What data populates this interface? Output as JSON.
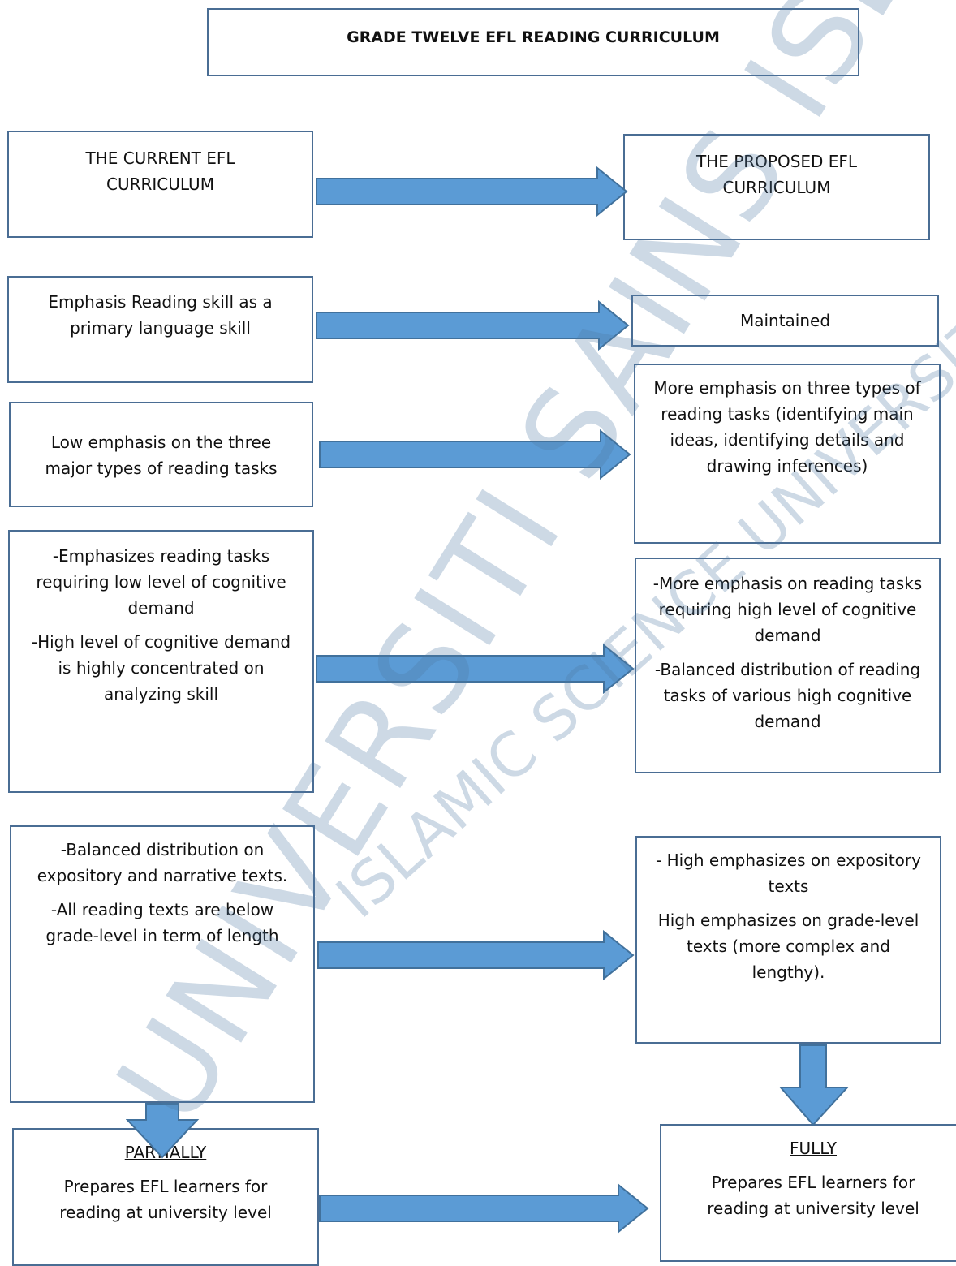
{
  "title": "GRADE TWELVE EFL READING CURRICULUM",
  "left": {
    "heading": "THE CURRENT EFL CURRICULUM",
    "reading_skill": "Emphasis Reading skill as a primary language skill",
    "task_types": "Low emphasis on the three major types of reading tasks",
    "cognitive_1": "-Emphasizes reading tasks requiring low level of cognitive demand",
    "cognitive_2": "-High level of cognitive demand is highly concentrated on analyzing skill",
    "texts_1": "-Balanced distribution on expository and narrative texts.",
    "texts_2": "-All reading texts are below grade-level in term of length",
    "outcome_label": "PARTIALLY",
    "outcome_text": "Prepares EFL learners for reading at university level"
  },
  "right": {
    "heading": "THE PROPOSED EFL CURRICULUM",
    "reading_skill": "Maintained",
    "task_types": "More emphasis on three types of reading tasks (identifying main ideas, identifying details and drawing inferences)",
    "cognitive_1": "-More emphasis on reading tasks requiring high level of cognitive demand",
    "cognitive_2": "-Balanced distribution of reading tasks of various high cognitive demand",
    "texts_1": "- High emphasizes on expository texts",
    "texts_2": "High emphasizes on grade-level texts (more complex and lengthy).",
    "outcome_label": "FULLY",
    "outcome_text": "Prepares EFL learners for reading at university level"
  },
  "watermark": {
    "main": "UNIVERSITI SAINS ISLAM MALAYSIA",
    "sub": "ISLAMIC SCIENCE UNIVERSITY OF MALAYSIA"
  },
  "colors": {
    "arrow_fill": "#5b9bd5",
    "arrow_stroke": "#41719c",
    "box_border": "#4a6d94"
  }
}
